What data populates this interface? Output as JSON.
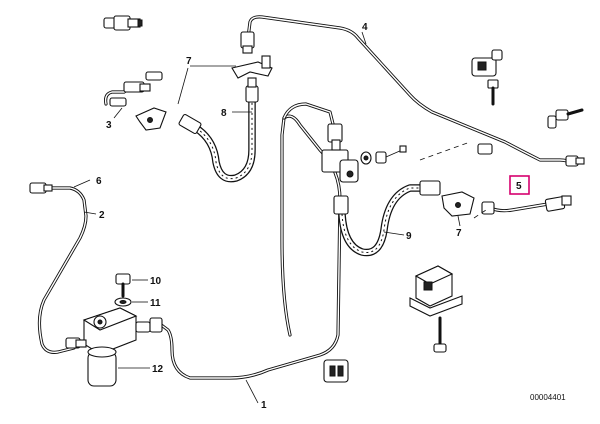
{
  "diagram": {
    "callouts": {
      "p1": "1",
      "p2": "2",
      "p3": "3",
      "p4": "4",
      "p5": "5",
      "p6": "6",
      "p7a": "7",
      "p7b": "7",
      "p8": "8",
      "p9": "9",
      "p10": "10",
      "p11": "11",
      "p12": "12"
    },
    "highlighted_part": "5",
    "highlight_color": "#d6006e",
    "drawing_number": "00004401"
  }
}
